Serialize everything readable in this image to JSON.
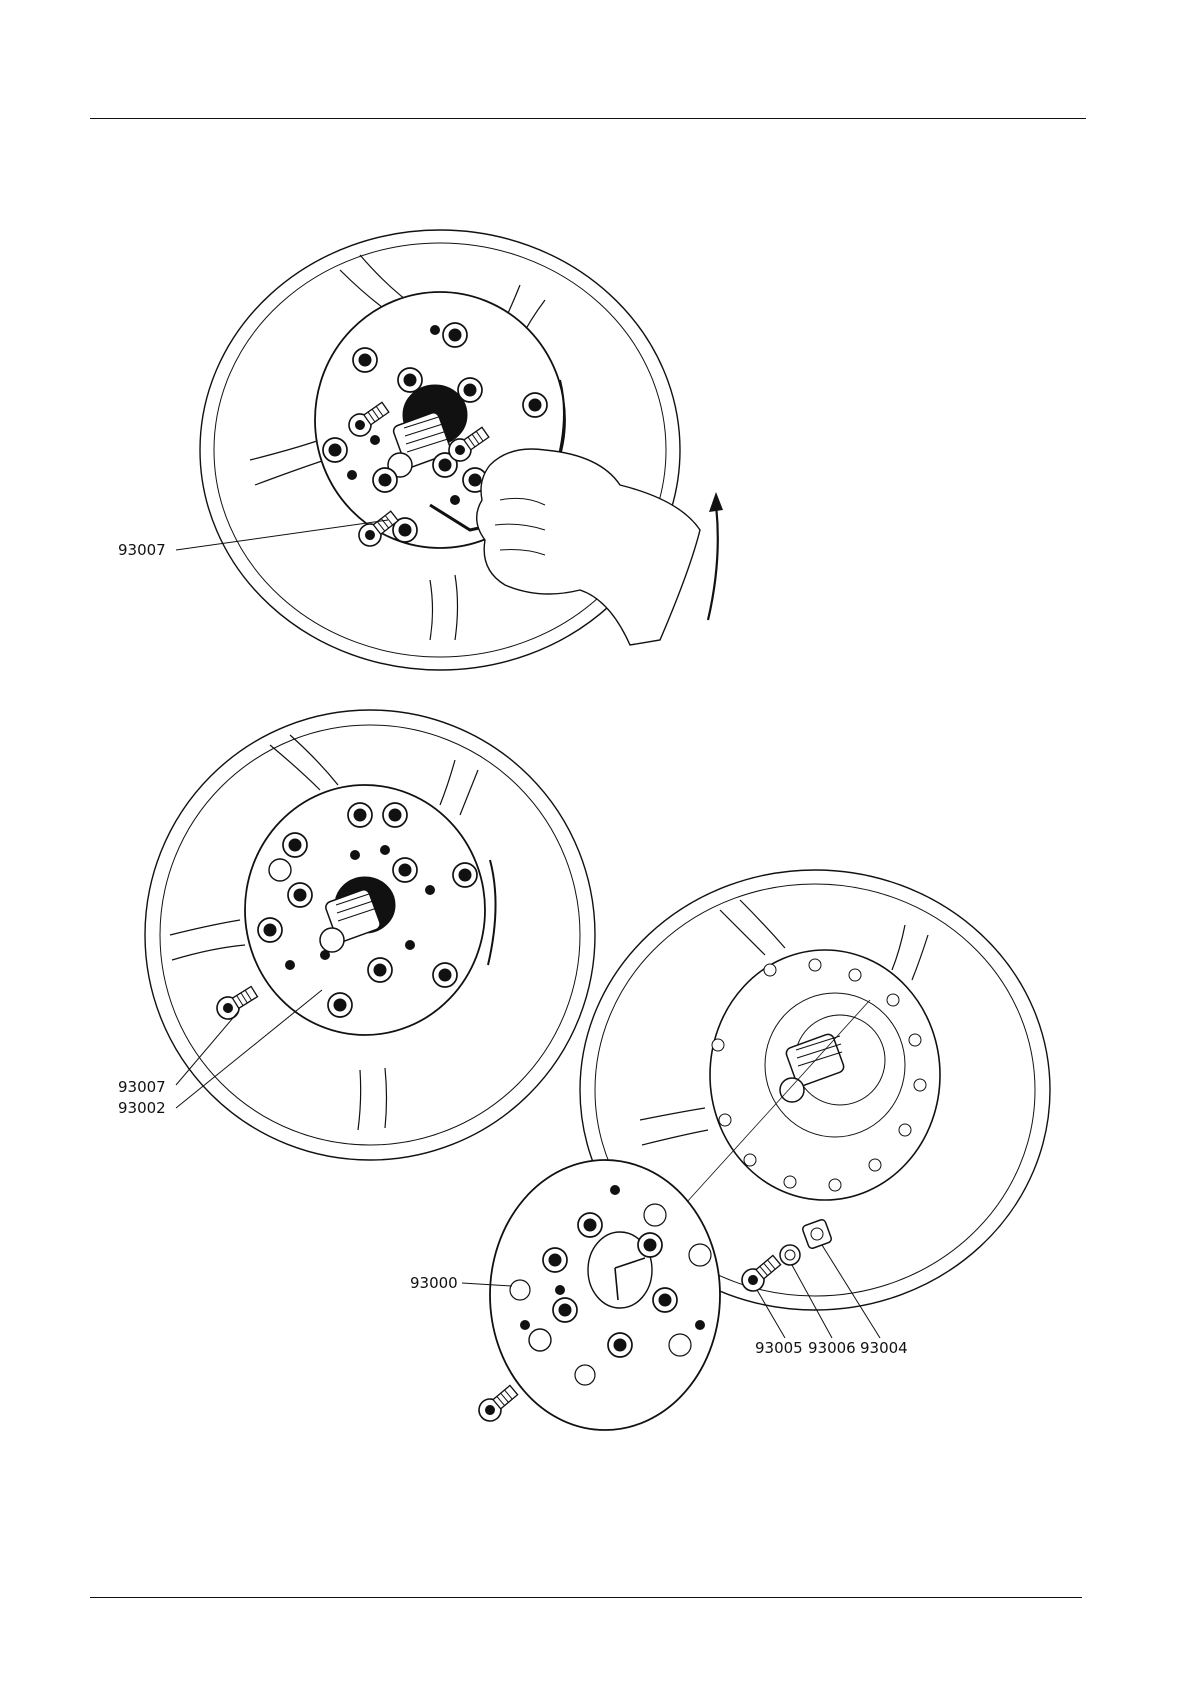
{
  "labels": {
    "fig1_part": "93007",
    "fig2_part_a": "93007",
    "fig2_part_b": "93002",
    "fig3_part_plate": "93000",
    "fig3_part_a": "93005",
    "fig3_part_b": "93006",
    "fig3_part_c": "93004"
  },
  "colors": {
    "ink": "#111111",
    "paper": "#ffffff"
  }
}
